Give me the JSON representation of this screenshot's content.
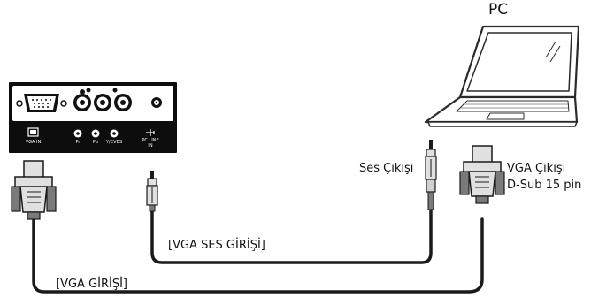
{
  "labels": {
    "pc": "PC",
    "audio_out": "Ses Çıkışı",
    "vga_out_line1": "VGA Çıkışı",
    "vga_out_line2": "D-Sub 15 pin",
    "vga_audio_in": "[VGA SES GİRİŞİ]",
    "vga_in": "[VGA GİRİŞİ]"
  },
  "panel_ports": {
    "vga_in": "VGA IN",
    "pr": "Pr",
    "pb": "Pb",
    "ycvbs": "Y/CVBS",
    "pc_line_in_1": "PC LINE",
    "pc_line_in_2": "IN"
  },
  "colors": {
    "panel_body": "#0d0d0d",
    "panel_top": "#ffffff",
    "cable": "#1a1a1a",
    "connector_fill": "#e0e0e0",
    "connector_shade": "#7a7a7a",
    "laptop_outline": "#2a2a2a"
  },
  "icons": [
    "vga-connector-icon",
    "audio-jack-icon",
    "laptop-icon",
    "rca-port-icon",
    "audio-port-icon"
  ]
}
